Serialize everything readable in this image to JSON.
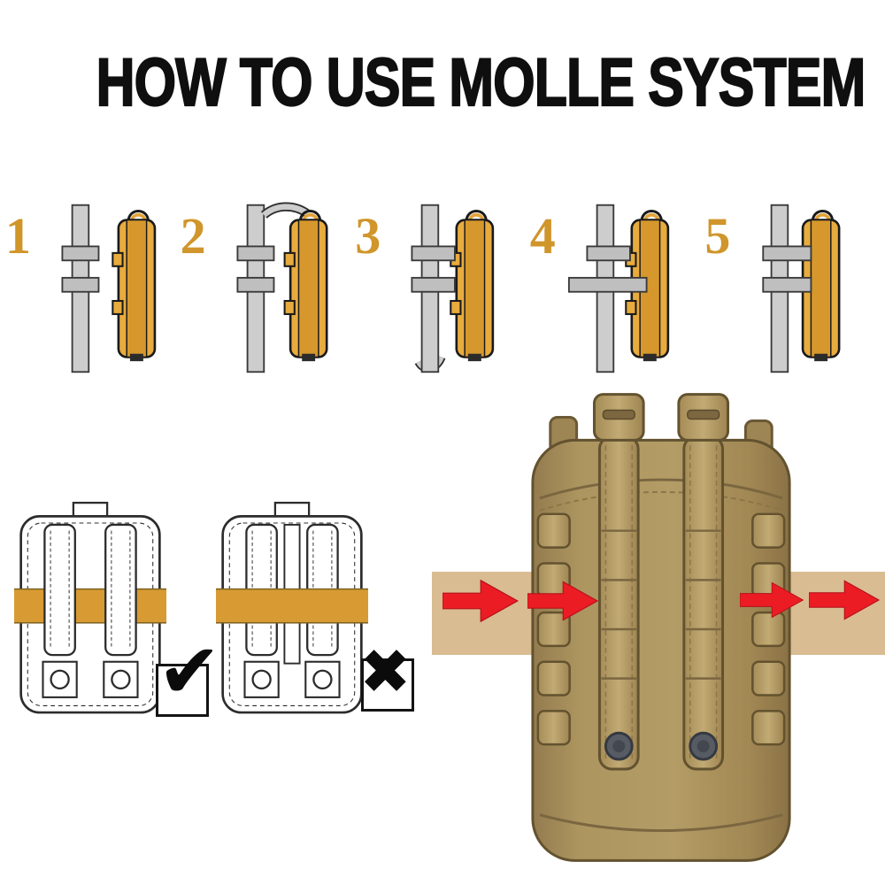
{
  "title": "HOW TO USE MOLLE SYSTEM",
  "steps": [
    {
      "label": "1"
    },
    {
      "label": "2"
    },
    {
      "label": "3"
    },
    {
      "label": "4"
    },
    {
      "label": "5"
    }
  ],
  "verdicts": {
    "correct_icon": "✔",
    "wrong_icon": "✖"
  },
  "colors": {
    "step_number": "#d0952b",
    "pouch_yellow": "#e8ab3e",
    "webbing_gray": "#cdcdcd",
    "orange_band": "#d89a33",
    "arrow_red": "#ec1c24",
    "pouch_khaki": "#b49c66",
    "tan_band": "#d9bc92"
  }
}
